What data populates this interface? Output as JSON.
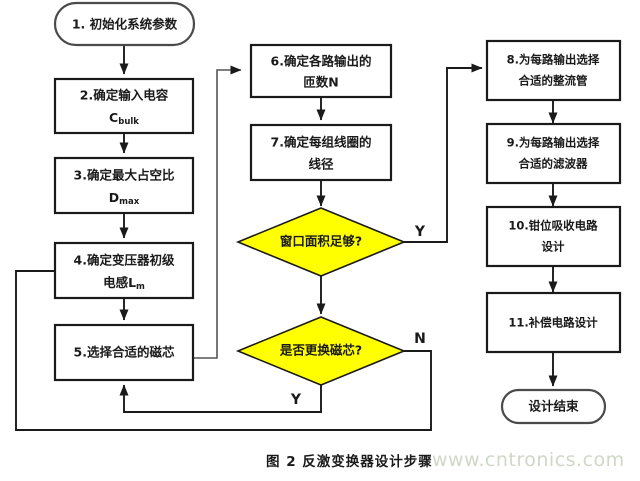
{
  "figure": {
    "caption": "图 2 反激变换器设计步骤",
    "watermark": "www.cntronics.com",
    "colors": {
      "decision_fill": "#ffff00",
      "node_stroke": "#1a1a1a",
      "node_fill": "#ffffff",
      "watermark": "#cfd8c8"
    }
  },
  "nodes": {
    "start": {
      "label": "1. 初始化系统参数",
      "shape": "terminal"
    },
    "step2": {
      "line1": "2.确定输入电容",
      "line2_main": "C",
      "line2_sub": "bulk",
      "shape": "process"
    },
    "step3": {
      "line1": "3.确定最大占空比",
      "line2_main": "D",
      "line2_sub": "max",
      "shape": "process"
    },
    "step4": {
      "line1": "4.确定变压器初级",
      "line2_main": "电感L",
      "line2_sub": "m",
      "shape": "process"
    },
    "step5": {
      "line1": "5.选择合适的磁芯",
      "shape": "process"
    },
    "step6": {
      "line1": "6.确定各路输出的",
      "line2_main": "匝数N",
      "shape": "process"
    },
    "step7": {
      "line1": "7.确定每组线圈的",
      "line2_main": "线径",
      "shape": "process"
    },
    "decision1": {
      "label": "窗口面积足够?",
      "shape": "decision"
    },
    "decision2": {
      "label": "是否更换磁芯?",
      "shape": "decision"
    },
    "step8": {
      "line1": "8.为每路输出选择",
      "line2_main": "合适的整流管",
      "shape": "process"
    },
    "step9": {
      "line1": "9.为每路输出选择",
      "line2_main": "合适的滤波器",
      "shape": "process"
    },
    "step10": {
      "line1": "10.钳位吸收电路",
      "line2_main": "设计",
      "shape": "process"
    },
    "step11": {
      "line1": "11.补偿电路设计",
      "shape": "process"
    },
    "end": {
      "label": "设计结束",
      "shape": "terminal"
    }
  },
  "branches": {
    "d1_yes": "Y",
    "d2_no": "N",
    "d2_yes": "Y"
  }
}
